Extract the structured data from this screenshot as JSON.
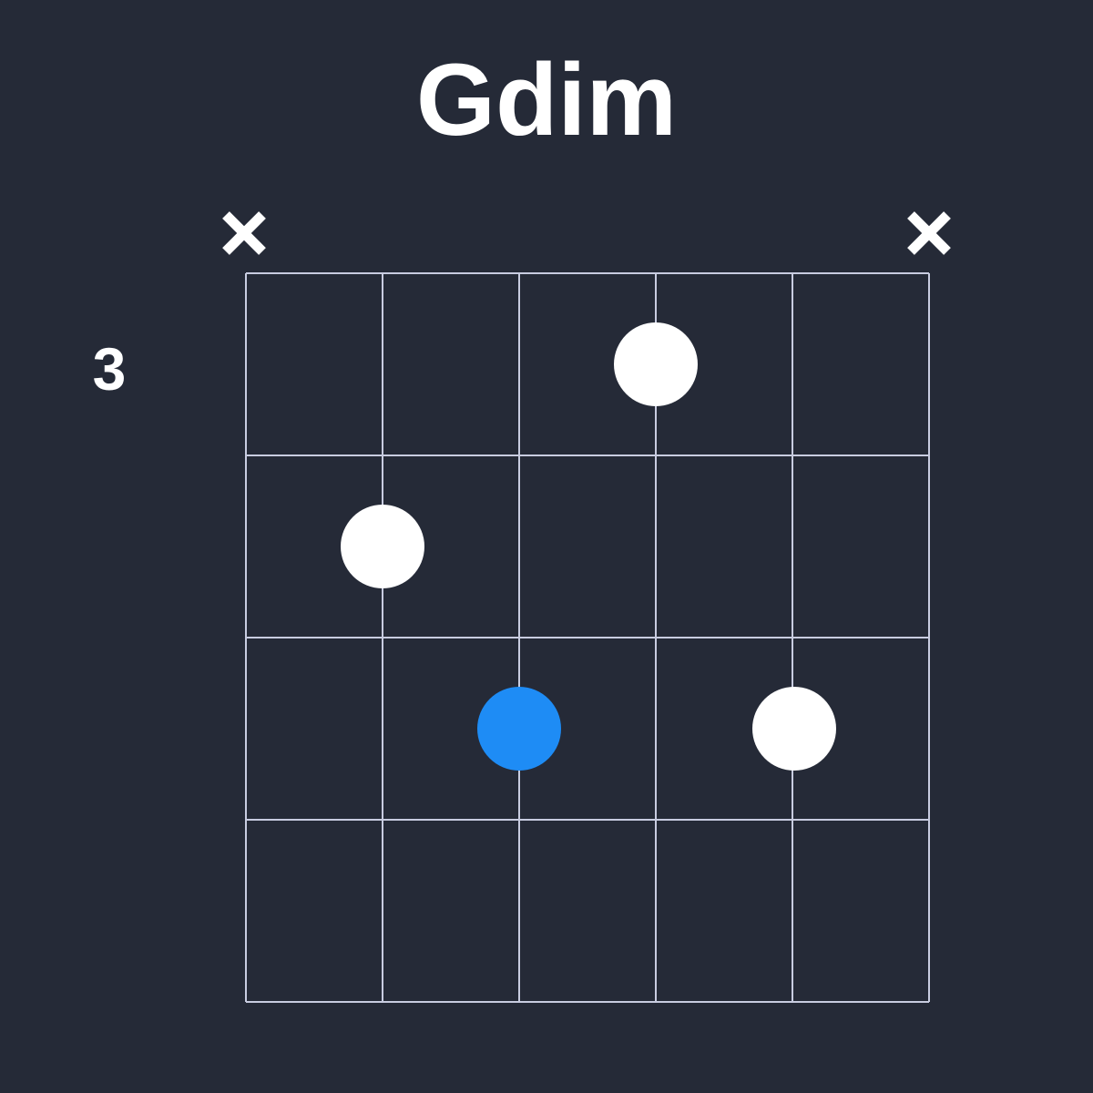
{
  "chord": {
    "name": "Gdim",
    "start_fret": "3",
    "strings": 6,
    "frets_shown": 4,
    "muted_strings": [
      1,
      6
    ],
    "dots": [
      {
        "string": 4,
        "fret": 1,
        "role": "note",
        "color": "#ffffff"
      },
      {
        "string": 2,
        "fret": 2,
        "role": "note",
        "color": "#ffffff"
      },
      {
        "string": 3,
        "fret": 3,
        "role": "root",
        "color": "#1e8cf5"
      },
      {
        "string": 5,
        "fret": 3,
        "role": "note",
        "color": "#ffffff"
      }
    ]
  },
  "colors": {
    "background": "#252a37",
    "grid": "#c8cce0",
    "dot": "#ffffff",
    "root": "#1e8cf5",
    "text": "#ffffff"
  }
}
